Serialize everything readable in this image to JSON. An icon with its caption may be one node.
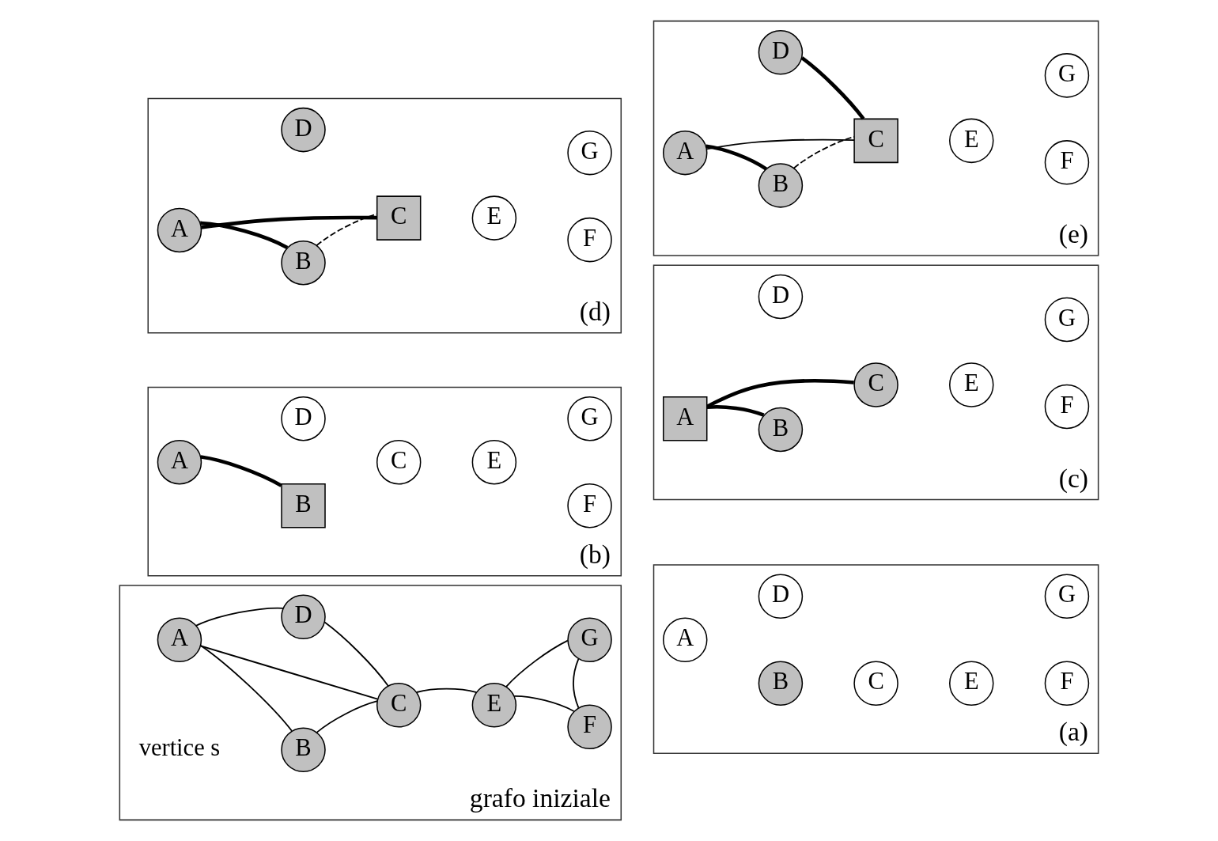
{
  "diagram": {
    "nodes": [
      {
        "text": [
          "grafo iniziale"
        ]
      },
      {
        "text": [
          "A"
        ],
        "in": 0
      },
      {
        "text": [
          "B"
        ],
        "in": 0
      },
      {
        "text": [
          "C"
        ],
        "in": 0
      },
      {
        "text": [
          "D"
        ],
        "in": 0
      },
      {
        "text": [
          "E"
        ],
        "in": 0
      },
      {
        "text": [
          "F"
        ],
        "in": 0
      },
      {
        "text": [
          "G"
        ],
        "in": 0
      },
      {
        "text": [
          "(a)"
        ]
      },
      {
        "text": [
          "A"
        ],
        "in": 8
      },
      {
        "text": [
          "B"
        ],
        "in": 8
      },
      {
        "text": [
          "C"
        ],
        "in": 8
      },
      {
        "text": [
          "D"
        ],
        "in": 8
      },
      {
        "text": [
          "E"
        ],
        "in": 8
      },
      {
        "text": [
          "F"
        ],
        "in": 8
      },
      {
        "text": [
          "G"
        ],
        "in": 8
      },
      {
        "text": [
          "(b)"
        ]
      },
      {
        "text": [
          "A"
        ],
        "in": 16
      },
      {
        "text": [
          "B"
        ],
        "in": 16
      },
      {
        "text": [
          "C"
        ],
        "in": 16
      },
      {
        "text": [
          "D"
        ],
        "in": 16
      },
      {
        "text": [
          "E"
        ],
        "in": 16
      },
      {
        "text": [
          "F"
        ],
        "in": 16
      },
      {
        "text": [
          "G"
        ],
        "in": 16
      },
      {
        "text": [
          "(c)"
        ]
      },
      {
        "text": [
          "A"
        ],
        "in": 24
      },
      {
        "text": [
          "B"
        ],
        "in": 24
      },
      {
        "text": [
          "C"
        ],
        "in": 24
      },
      {
        "text": [
          "D"
        ],
        "in": 24
      },
      {
        "text": [
          "E"
        ],
        "in": 24
      },
      {
        "text": [
          "F"
        ],
        "in": 24
      },
      {
        "text": [
          "G"
        ],
        "in": 24
      },
      {
        "text": [
          "(d)"
        ]
      },
      {
        "text": [
          "A"
        ],
        "in": 32
      },
      {
        "text": [
          "B"
        ],
        "in": 32
      },
      {
        "text": [
          "C"
        ],
        "in": 32
      },
      {
        "text": [
          "D"
        ],
        "in": 32
      },
      {
        "text": [
          "E"
        ],
        "in": 32
      },
      {
        "text": [
          "F"
        ],
        "in": 32
      },
      {
        "text": [
          "G"
        ],
        "in": 32
      },
      {
        "text": [
          "(e)"
        ]
      },
      {
        "text": [
          "A"
        ],
        "in": 40
      },
      {
        "text": [
          "B"
        ],
        "in": 40
      },
      {
        "text": [
          "C"
        ],
        "in": 40
      },
      {
        "text": [
          "D"
        ],
        "in": 40
      },
      {
        "text": [
          "E"
        ],
        "in": 40
      },
      {
        "text": [
          "F"
        ],
        "in": 40
      },
      {
        "text": [
          "G"
        ],
        "in": 40
      }
    ],
    "edges": [
      {
        "from": 1,
        "to": 2,
        "arrow": "none"
      },
      {
        "from": 1,
        "to": 3,
        "arrow": "none"
      },
      {
        "from": 1,
        "to": 4,
        "arrow": "none"
      },
      {
        "from": 2,
        "to": 3,
        "arrow": "none"
      },
      {
        "from": 4,
        "to": 3,
        "arrow": "none"
      },
      {
        "from": 3,
        "to": 5,
        "arrow": "none"
      },
      {
        "from": 5,
        "to": 6,
        "arrow": "none"
      },
      {
        "from": 5,
        "to": 7,
        "arrow": "none"
      },
      {
        "from": 6,
        "to": 7,
        "arrow": "none"
      },
      {
        "from": 17,
        "to": 18,
        "arrow": "none",
        "style": "thick"
      },
      {
        "from": 25,
        "to": 26,
        "arrow": "none",
        "style": "thick"
      },
      {
        "from": 25,
        "to": 27,
        "arrow": "none",
        "style": "thick"
      },
      {
        "from": 33,
        "to": 34,
        "arrow": "none",
        "style": "thick"
      },
      {
        "from": 33,
        "to": 35,
        "arrow": "none",
        "style": "thick"
      },
      {
        "from": 34,
        "to": 35,
        "arrow": "none",
        "style": "dashed"
      },
      {
        "from": 41,
        "to": 42,
        "arrow": "none",
        "style": "thick"
      },
      {
        "from": 41,
        "to": 43,
        "arrow": "none"
      },
      {
        "from": 42,
        "to": 43,
        "arrow": "none",
        "style": "dashed"
      },
      {
        "from": 44,
        "to": 43,
        "arrow": "none",
        "style": "thick"
      }
    ],
    "labels": [
      "vertice s"
    ]
  }
}
